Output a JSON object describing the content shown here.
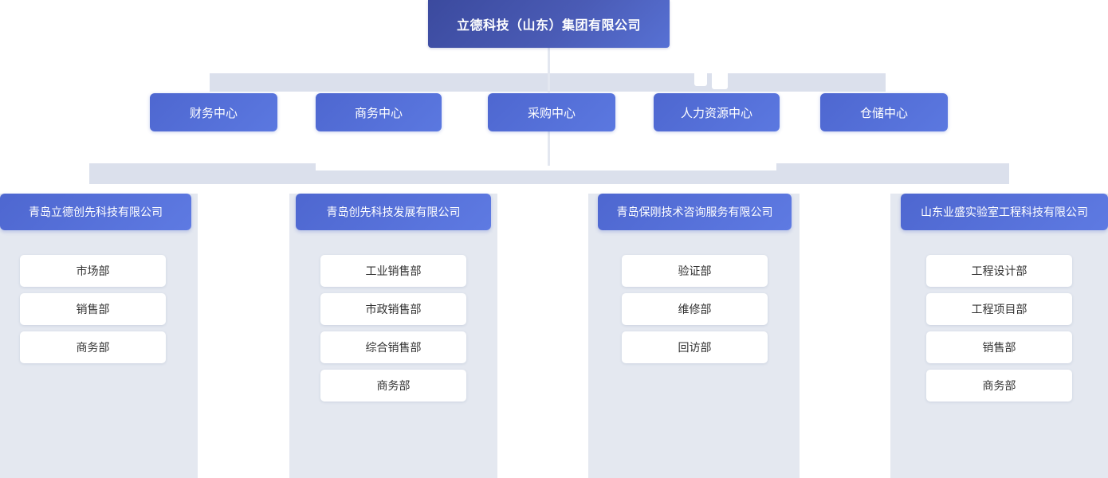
{
  "chart_title": "立德科技（山东）集团有限公司",
  "colors": {
    "root_start": "#3b4a9e",
    "root_end": "#5771d4",
    "node_start": "#4e67d0",
    "node_end": "#5b78e0",
    "band": "#dbe0ec",
    "column_panel": "#e4e8f0",
    "dept_bg": "#ffffff",
    "dept_text": "#333333",
    "node_text": "#ffffff",
    "page_bg": "#ffffff"
  },
  "root": {
    "label": "立德科技（山东）集团有限公司"
  },
  "centers": [
    {
      "label": "财务中心"
    },
    {
      "label": "商务中心"
    },
    {
      "label": "采购中心"
    },
    {
      "label": "人力资源中心"
    },
    {
      "label": "仓储中心"
    }
  ],
  "companies": [
    {
      "label": "青岛立德创先科技有限公司",
      "departments": [
        {
          "label": "市场部"
        },
        {
          "label": "销售部"
        },
        {
          "label": "商务部"
        }
      ]
    },
    {
      "label": "青岛创先科技发展有限公司",
      "departments": [
        {
          "label": "工业销售部"
        },
        {
          "label": "市政销售部"
        },
        {
          "label": "综合销售部"
        },
        {
          "label": "商务部"
        }
      ]
    },
    {
      "label": "青岛保刚技术咨询服务有限公司",
      "departments": [
        {
          "label": "验证部"
        },
        {
          "label": "维修部"
        },
        {
          "label": "回访部"
        }
      ]
    },
    {
      "label": "山东业盛实验室工程科技有限公司",
      "departments": [
        {
          "label": "工程设计部"
        },
        {
          "label": "工程项目部"
        },
        {
          "label": "销售部"
        },
        {
          "label": "商务部"
        }
      ]
    }
  ]
}
